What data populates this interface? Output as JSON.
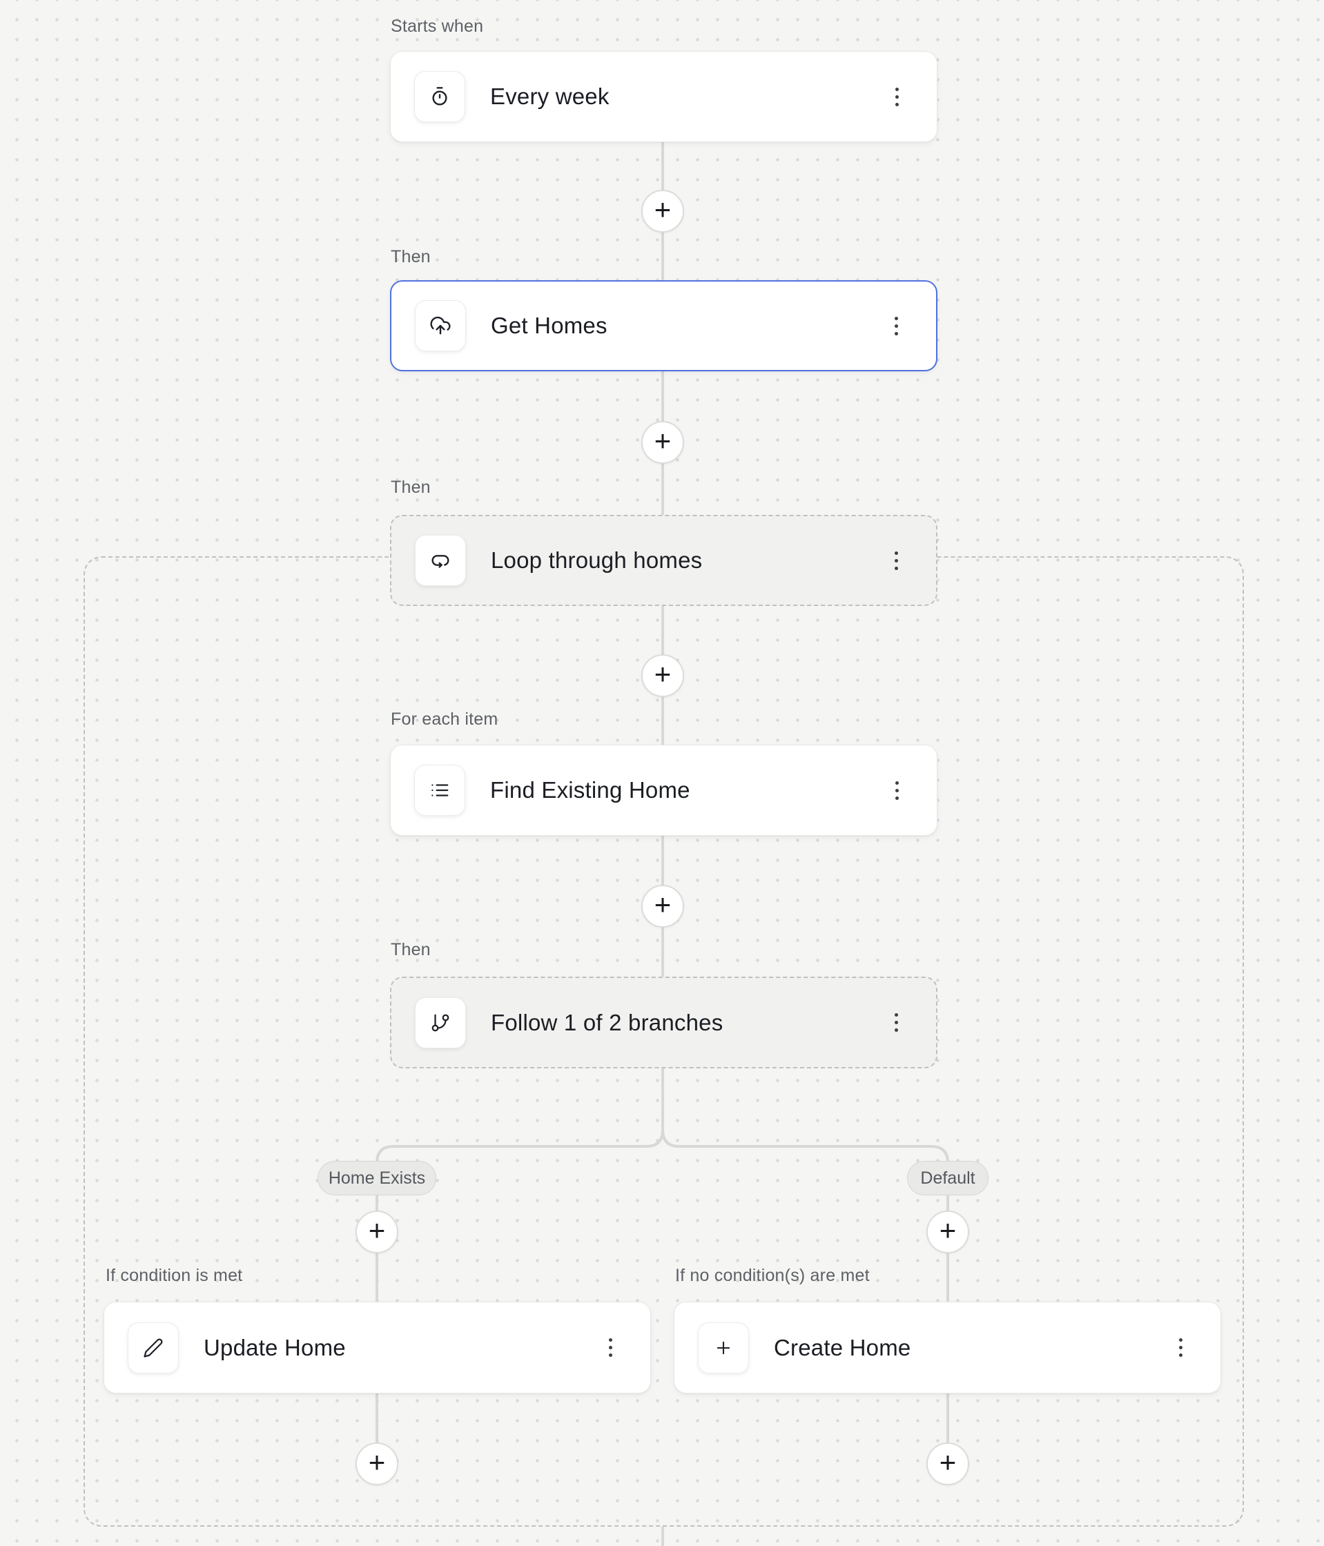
{
  "canvas": {
    "background_color": "#f5f5f3",
    "dot_color": "#dadad8",
    "accent_color": "#5071e0"
  },
  "labels": {
    "starts_when": "Starts when",
    "then_1": "Then",
    "then_2": "Then",
    "for_each_item": "For each item",
    "then_3": "Then",
    "if_condition_met": "If condition is met",
    "if_no_condition_met": "If no condition(s) are met"
  },
  "nodes": {
    "trigger": {
      "title": "Every week",
      "icon": "timer-icon"
    },
    "get_homes": {
      "title": "Get Homes",
      "icon": "cloud-upload-icon",
      "selected": true
    },
    "loop": {
      "title": "Loop through homes",
      "icon": "loop-icon"
    },
    "find_existing": {
      "title": "Find Existing Home",
      "icon": "list-icon"
    },
    "branch": {
      "title": "Follow 1 of 2 branches",
      "icon": "git-branch-icon"
    },
    "update_home": {
      "title": "Update Home",
      "icon": "pencil-icon"
    },
    "create_home": {
      "title": "Create Home",
      "icon": "plus-icon"
    }
  },
  "branches": {
    "left_pill": "Home Exists",
    "right_pill": "Default"
  },
  "add_step": {
    "label": "+"
  },
  "icons": {
    "menu": "kebab-menu-icon",
    "add": "plus-circle-icon"
  }
}
